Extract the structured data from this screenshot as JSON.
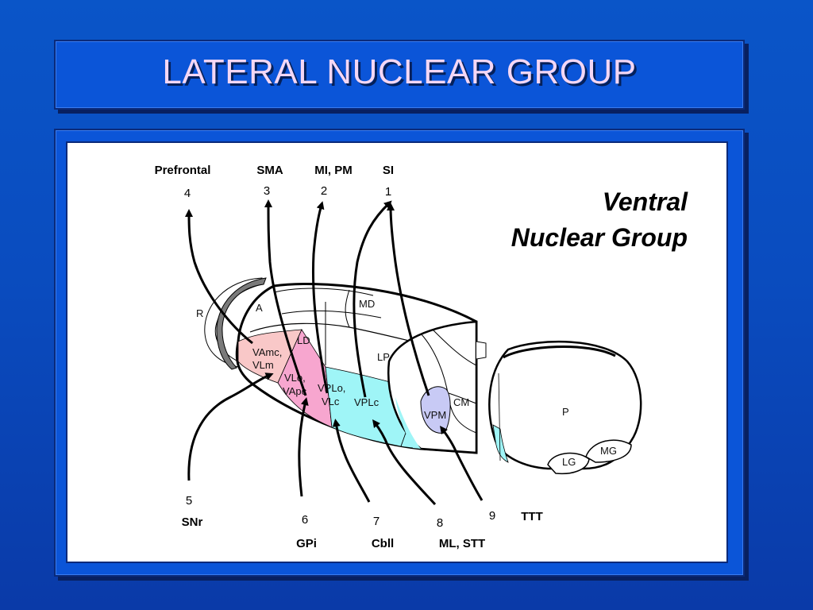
{
  "title": "LATERAL NUCLEAR GROUP",
  "heading": {
    "line1": "Ventral",
    "line2": "Nuclear Group"
  },
  "nuclei": {
    "r": "R",
    "a": "A",
    "md": "MD",
    "ld": "LD",
    "lp": "LP",
    "vamc": "VAmc,",
    "vlm": "VLm",
    "vlo": "VLo,",
    "vapc": "VApc",
    "vplo": "VPLo,",
    "vlc": "VLc",
    "vplc": "VPLc",
    "vpm": "VPM",
    "cm": "CM",
    "p": "P",
    "mg": "MG",
    "lg": "LG"
  },
  "targets": [
    {
      "num": "4",
      "label": "Prefrontal"
    },
    {
      "num": "3",
      "label": "SMA"
    },
    {
      "num": "2",
      "label": "MI, PM"
    },
    {
      "num": "1",
      "label": "SI"
    }
  ],
  "inputs": [
    {
      "num": "5",
      "label": "SNr"
    },
    {
      "num": "6",
      "label": "GPi"
    },
    {
      "num": "7",
      "label": "Cbll"
    },
    {
      "num": "8",
      "label": "ML, STT"
    },
    {
      "num": "9",
      "label": "TTT"
    }
  ],
  "colors": {
    "pink_light": "#f9c8c8",
    "pink": "#f7a6cf",
    "cyan": "#9ff5f7",
    "lavender": "#c8caf5",
    "reticular": "#7a7a7a"
  }
}
